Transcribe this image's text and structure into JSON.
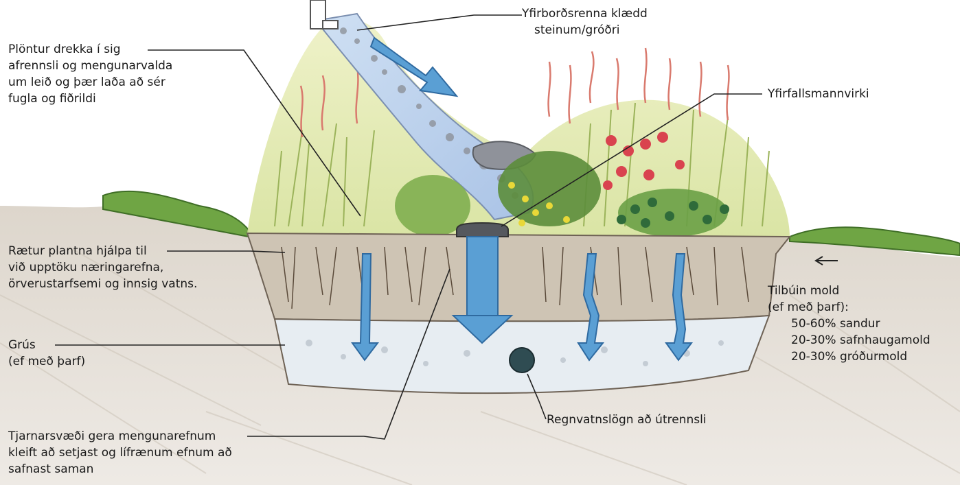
{
  "diagram": {
    "labels": {
      "surface_channel": [
        "Yfirborðsrenna klædd",
        "steinum/gróðri"
      ],
      "plants": [
        "Plöntur drekka í sig",
        "afrennsli og mengunarvalda",
        "um leið og þær laða að sér",
        "fugla og fiðrildi"
      ],
      "overflow": [
        "Yfirfallsmannvirki"
      ],
      "roots": [
        "Rætur plantna hjálpa til",
        "við upptöku næringarefna,",
        "örverustarfsemi og innsig vatns."
      ],
      "soil_mix": [
        "Tilbúin mold",
        "(ef með þarf):",
        "50-60% sandur",
        "20-30% safnhaugamold",
        "20-30% gróðurmold"
      ],
      "gravel": [
        "Grús",
        "(ef með þarf)"
      ],
      "drain_pipe": [
        "Regnvatnslögn að útrennsli"
      ],
      "ponding": [
        "Tjarnarsvæði gera mengunarefnum",
        "kleift að setjast og lífrænum efnum að",
        "safnast saman"
      ]
    },
    "colors": {
      "water": "#5a9fd4",
      "grass": "#5f9a3a",
      "soil": "#c8bfb2",
      "gravel": "#e6ecf1",
      "flowers": "#d9434f",
      "stone": "#7d8087"
    }
  }
}
